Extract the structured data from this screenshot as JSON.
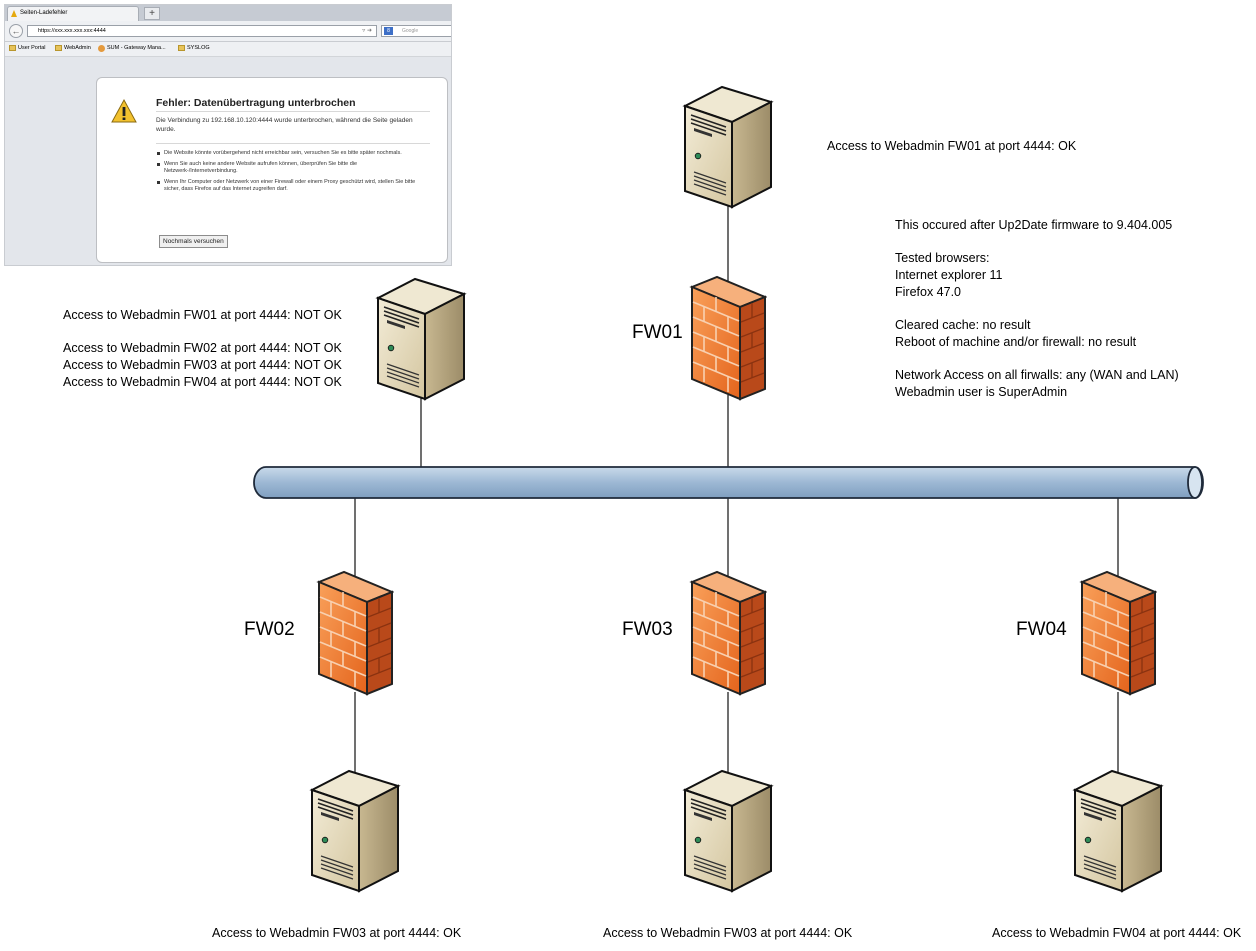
{
  "browser": {
    "tab_title": "Seiten-Ladefehler",
    "new_tab_symbol": "+",
    "url": "https://xxx.xxx.xxx.xxx:4444",
    "search_placeholder": "Google",
    "bookmarks": [
      "User Portal",
      "WebAdmin",
      "SUM - Gateway Mana...",
      "SYSLOG"
    ],
    "error": {
      "title": "Fehler: Datenübertragung unterbrochen",
      "description": "Die Verbindung zu 192.168.10.120:4444 wurde unterbrochen, während die Seite geladen wurde.",
      "bullets": [
        "Die Website könnte vorübergehend nicht erreichbar sein, versuchen Sie es bitte später nochmals.",
        "Wenn Sie auch keine andere Website aufrufen können, überprüfen Sie bitte die Netzwerk-/Internetverbindung.",
        "Wenn Ihr Computer oder Netzwerk von einer Firewall oder einem Proxy geschützt wird, stellen Sie bitte sicher, dass Firefox auf das Internet zugreifen darf."
      ],
      "retry_button": "Nochmals versuchen"
    }
  },
  "firewalls": {
    "fw01": "FW01",
    "fw02": "FW02",
    "fw03": "FW03",
    "fw04": "FW04"
  },
  "labels": {
    "fw01_server": "Access to Webadmin FW01 at port 4444: OK",
    "left_server": [
      "Access to Webadmin FW01 at port 4444: NOT OK",
      "Access to Webadmin FW02 at port 4444: NOT OK",
      "Access to Webadmin FW03 at port 4444: NOT OK",
      "Access to Webadmin FW04 at port 4444: NOT OK"
    ],
    "fw02_server": "Access to Webadmin FW03 at port 4444: OK",
    "fw03_server": "Access to Webadmin FW03 at port 4444: OK",
    "fw04_server": "Access to Webadmin FW04 at port 4444: OK"
  },
  "notes": {
    "firmware": "This occured after Up2Date firmware to 9.404.005",
    "browsers_heading": "Tested browsers:",
    "browser1": "Internet explorer 11",
    "browser2": "Firefox 47.0",
    "cache": "Cleared cache: no result",
    "reboot": "Reboot of machine and/or firewall: no result",
    "network_access": "Network Access on all firwalls: any (WAN and LAN)",
    "webadmin_user": "Webadmin user is SuperAdmin"
  },
  "colors": {
    "bus_fill": "#a9c1da",
    "firewall_front": "#f07a2a",
    "firewall_side": "#b9491a",
    "server_front": "#e9dfc4",
    "server_side": "#b7a783"
  },
  "icons": [
    "warning-icon",
    "server-icon",
    "firewall-icon",
    "back-arrow-icon",
    "folder-icon"
  ]
}
